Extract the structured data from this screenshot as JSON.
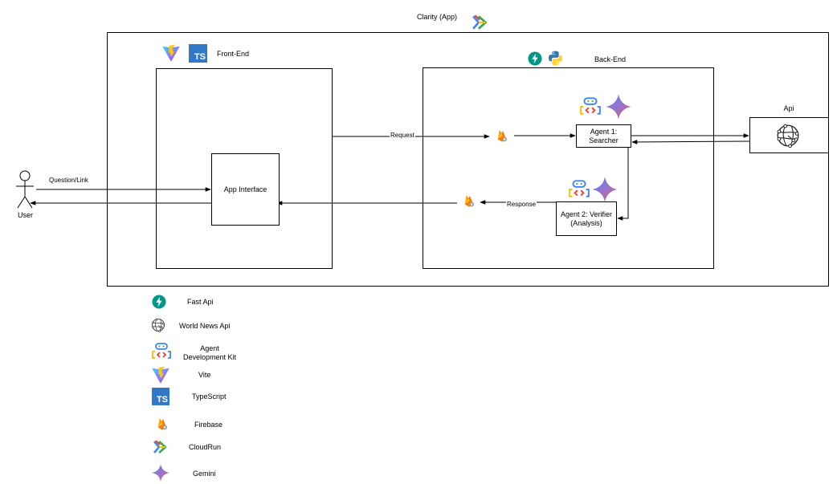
{
  "app_title": "Clarity (App)",
  "groups": {
    "front_end": "Front-End",
    "back_end": "Back-End"
  },
  "nodes": {
    "user": "User",
    "app_interface": "App Interface",
    "agent1": "Agent 1: Searcher",
    "agent2": "Agent 2: Verifier (Analysis)",
    "api": "Api"
  },
  "edges": {
    "question_link": "Question/Link",
    "request": "Request",
    "response": "Response"
  },
  "legend": [
    {
      "icon": "fastapi-icon",
      "label": "Fast Api"
    },
    {
      "icon": "world-news-api-icon",
      "label": "World News Api"
    },
    {
      "icon": "adk-icon",
      "label": "Agent Development Kit"
    },
    {
      "icon": "vite-icon",
      "label": "Vite"
    },
    {
      "icon": "typescript-icon",
      "label": "TypeScript"
    },
    {
      "icon": "firebase-icon",
      "label": "Firebase"
    },
    {
      "icon": "cloudrun-icon",
      "label": "CloudRun"
    },
    {
      "icon": "gemini-icon",
      "label": "Gemini"
    }
  ],
  "icon_text": {
    "typescript": "TS"
  },
  "colors": {
    "fastapi": "#009688",
    "typescript": "#3178C6",
    "firebase_orange": "#FFA000",
    "firebase_yellow": "#FFCA28",
    "python_blue": "#3776AB",
    "python_yellow": "#FFD43B",
    "vite_purple": "#646CFF",
    "vite_yellow": "#FFC517",
    "google_blue": "#4285F4",
    "google_red": "#EA4335",
    "google_yellow": "#FBBC04",
    "google_green": "#34A853"
  }
}
